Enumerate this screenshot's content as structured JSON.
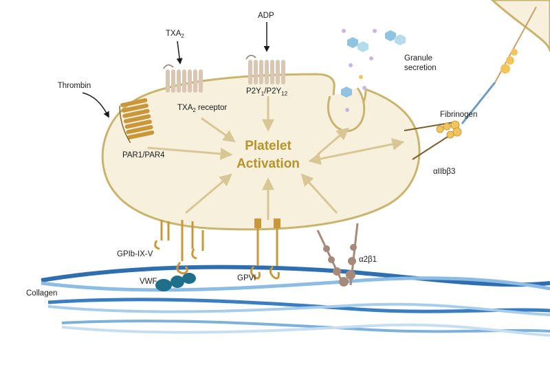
{
  "center_label": {
    "line1": "Platelet",
    "line2": "Activation"
  },
  "labels": {
    "thrombin": "Thrombin",
    "par": "PAR1/PAR4",
    "txa2": "TXA",
    "txa2_sub": "2",
    "txa2_receptor_prefix": "TXA",
    "txa2_receptor_sub": "2",
    "txa2_receptor_suffix": " receptor",
    "adp": "ADP",
    "p2y_a": "P2Y",
    "p2y_a_sub": "1",
    "p2y_slash": "/P2Y",
    "p2y_b_sub": "12",
    "granule_line1": "Granule",
    "granule_line2": "secretion",
    "fibrinogen": "Fibrinogen",
    "integrin": "αIIbβ3",
    "gpib": "GPIb-IX-V",
    "vwf": "VWF",
    "gpvi": "GPVI",
    "a2b1": "α2β1",
    "collagen": "Collagen"
  },
  "colors": {
    "cell_fill": "#f6f0dc",
    "membrane": "#c9b46e",
    "receptor_gold": "#c9973a",
    "receptor_pale": "#d9c7b3",
    "arrow": "#d8c795",
    "center_text": "#b8922a",
    "collagen_blue": "#2f6fb0",
    "vwf": "#1f6f8b",
    "integrin_brown": "#a58a7a",
    "fibrinogen_yellow": "#f2c55c"
  },
  "icons": [
    "receptor-7tm-icon",
    "granule-molecule-icon",
    "collagen-fiber-icon",
    "integrin-icon"
  ]
}
